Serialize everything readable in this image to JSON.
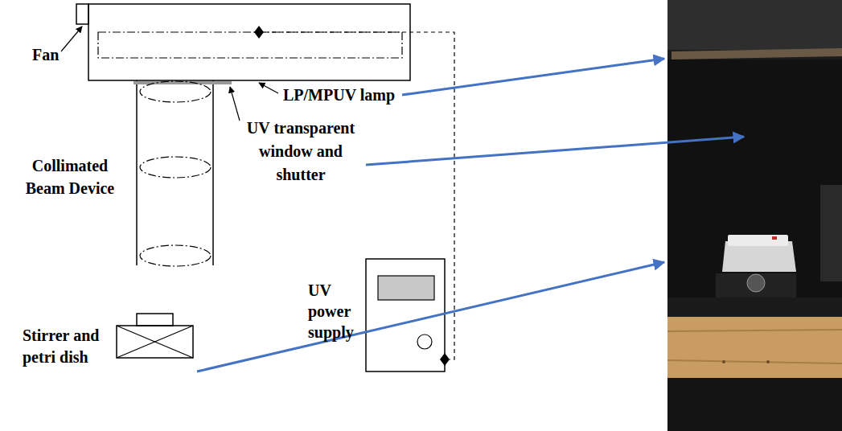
{
  "diagram": {
    "labels": [
      "Fan",
      "LP/MPUV lamp",
      "Collimated Beam Device",
      "UV transparent window and shutter",
      "UV power supply",
      "Stirrer and petri dish"
    ]
  }
}
